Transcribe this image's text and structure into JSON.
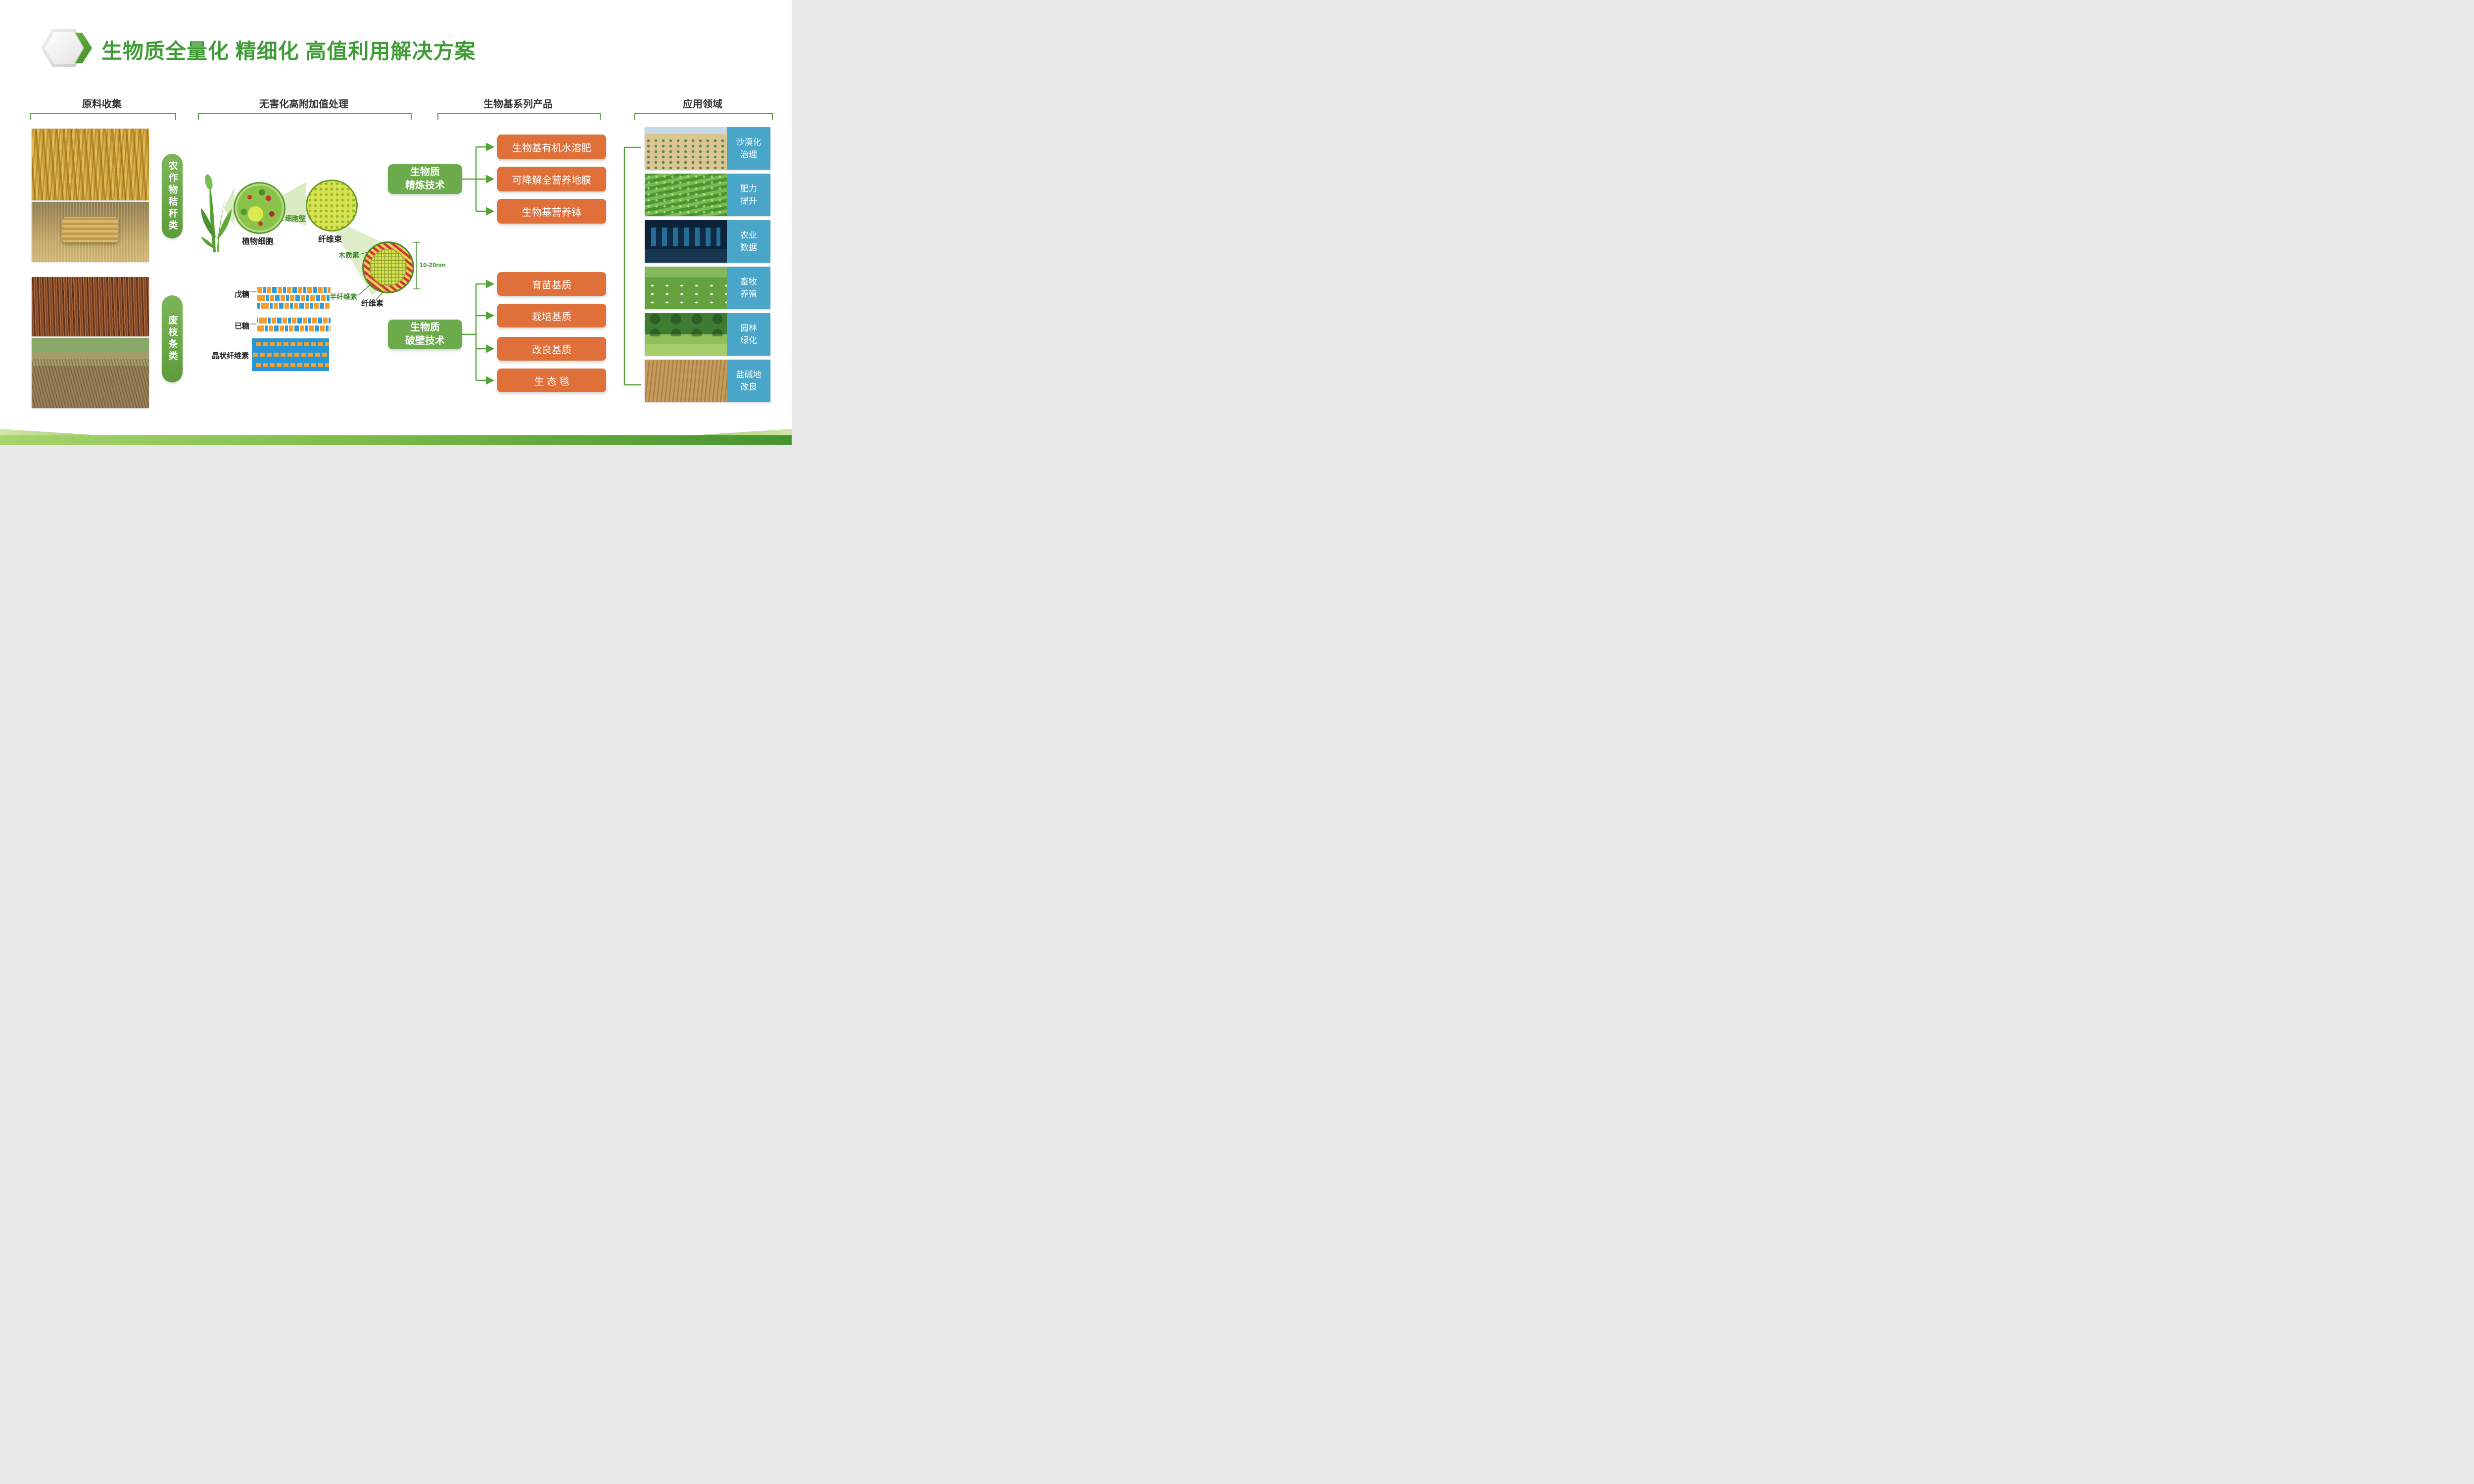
{
  "slide": {
    "title": "生物质全量化 精细化 高值利用解决方案"
  },
  "sections": {
    "materials": "原料收集",
    "processing": "无害化高附加值处理",
    "products": "生物基系列产品",
    "applications": "应用领域"
  },
  "materials": {
    "group1": "农作物秸秆类",
    "group2": "废枝条类",
    "photos": [
      "corn-straw",
      "hay-bales",
      "waste-branches",
      "orchard-prunings"
    ]
  },
  "process": {
    "plant_cell": "植物细胞",
    "cell_wall": "细胞壁",
    "fiber_bundle": "纤维束",
    "lignin": "木质素",
    "hemicellulose": "半纤维素",
    "cellulose": "纤维素",
    "scale": "10-20nm",
    "pentose": "戊糖",
    "hexose": "已糖",
    "crystalline_cellulose": "晶状纤维素",
    "tech_refining": "生物质\n精炼技术",
    "tech_wall_breaking": "生物质\n破壁技术"
  },
  "products": {
    "refining": [
      "生物基有机水溶肥",
      "可降解全营养地膜",
      "生物基营养钵"
    ],
    "wall_breaking": [
      "育苗基质",
      "栽培基质",
      "改良基质",
      "生 态 毯"
    ]
  },
  "applications": [
    {
      "label": "沙漠化\n治理",
      "image": "desert-control"
    },
    {
      "label": "肥力\n提升",
      "image": "soil-fertility"
    },
    {
      "label": "农业\n数据",
      "image": "agriculture-data"
    },
    {
      "label": "畜牧\n养殖",
      "image": "livestock"
    },
    {
      "label": "园林\n绿化",
      "image": "landscaping"
    },
    {
      "label": "盐碱地\n改良",
      "image": "saline-soil"
    }
  ],
  "colors": {
    "title_green": "#3e9b35",
    "box_green": "#6cab4c",
    "pill_orange": "#e0703a",
    "label_blue": "#4aa6c9",
    "line_green": "#55a338"
  }
}
